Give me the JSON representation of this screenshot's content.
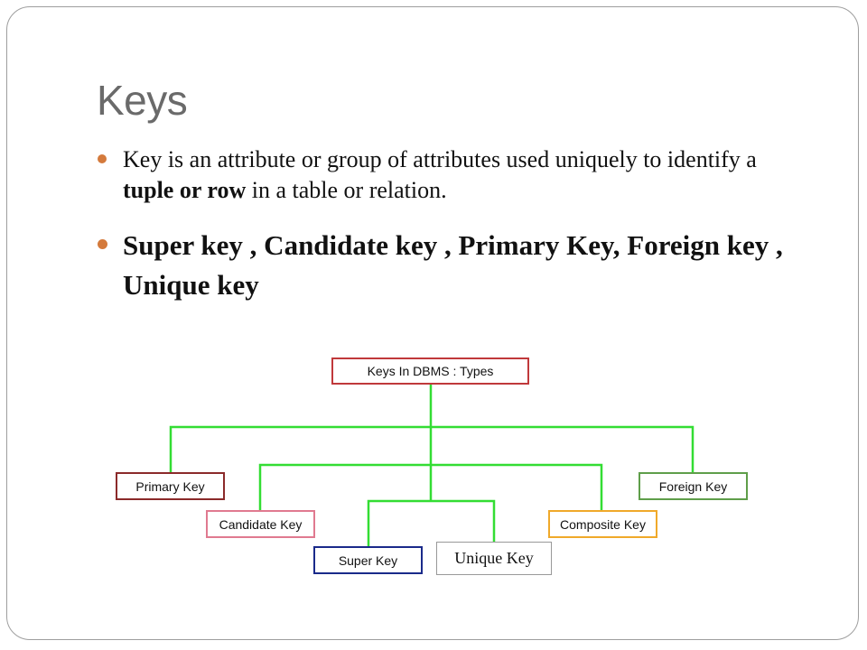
{
  "slide": {
    "title": "Keys",
    "bullets": [
      {
        "part1": "Key is an attribute or group of attributes used uniquely to identify a ",
        "bold": "tuple or row",
        "part2": " in a table or relation."
      },
      {
        "text": "Super key , Candidate key , Primary Key, Foreign key , Unique key"
      }
    ],
    "colors": {
      "bullet": "#d47a3c",
      "title": "#6a6a6a",
      "connector": "#33dd33"
    }
  },
  "diagram": {
    "root": {
      "label": "Keys In DBMS : Types",
      "color": "#c0393b"
    },
    "nodes": [
      {
        "id": "primary",
        "label": "Primary Key",
        "color": "#8b2a2a"
      },
      {
        "id": "foreign",
        "label": "Foreign Key",
        "color": "#5f9e4a"
      },
      {
        "id": "candidate",
        "label": "Candidate Key",
        "color": "#e07a90"
      },
      {
        "id": "composite",
        "label": "Composite Key",
        "color": "#f0a92a"
      },
      {
        "id": "super",
        "label": "Super Key",
        "color": "#1a2a8a"
      },
      {
        "id": "unique",
        "label": "Unique Key",
        "color": "#999999"
      }
    ]
  }
}
